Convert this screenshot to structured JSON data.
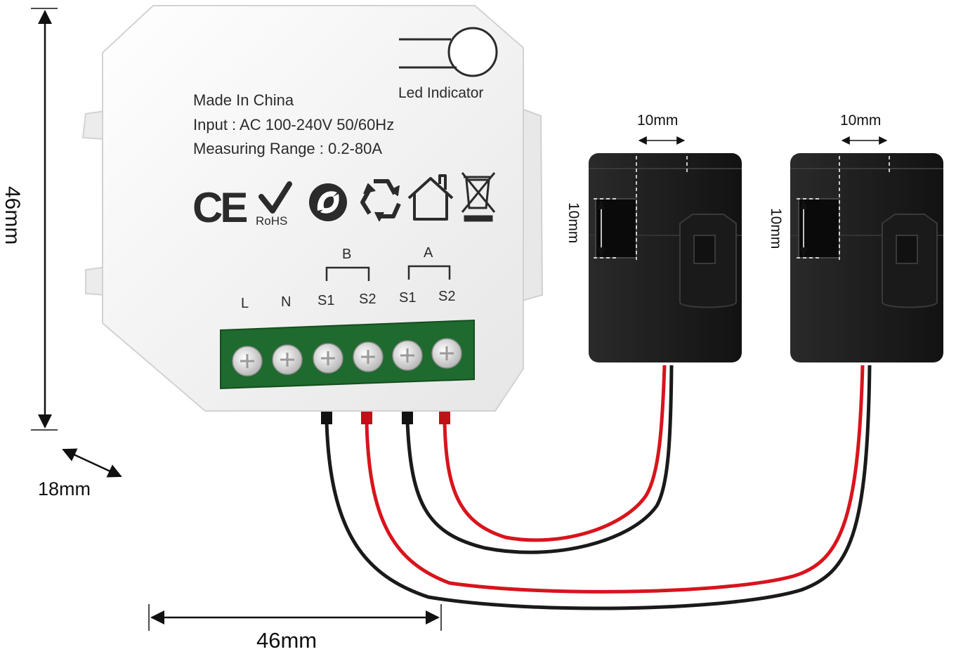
{
  "device": {
    "label_lines": [
      "Made In China",
      "Input : AC 100-240V 50/60Hz",
      "Measuring Range : 0.2-80A"
    ],
    "led_label": "Led Indicator",
    "rohs_label": "RoHS",
    "ce_mark": "CE",
    "icons": [
      "ce-mark-icon",
      "rohs-check-icon",
      "green-dot-icon",
      "recycle-icon",
      "house-icon",
      "weee-bin-icon"
    ],
    "channels": {
      "b": "B",
      "a": "A"
    },
    "terminals": [
      "L",
      "N",
      "S1",
      "S2",
      "S1",
      "S2"
    ]
  },
  "dimensions": {
    "height": "46mm",
    "width": "46mm",
    "depth": "18mm"
  },
  "clamps": [
    {
      "top": "10mm",
      "side": "10mm"
    },
    {
      "top": "10mm",
      "side": "10mm"
    }
  ],
  "colors": {
    "housing": "#f4f4f4",
    "terminal_block": "#1f6a2e",
    "clamp": "#1c1c1c",
    "wire_red": "#d8141c",
    "wire_black": "#1a1a1a"
  }
}
